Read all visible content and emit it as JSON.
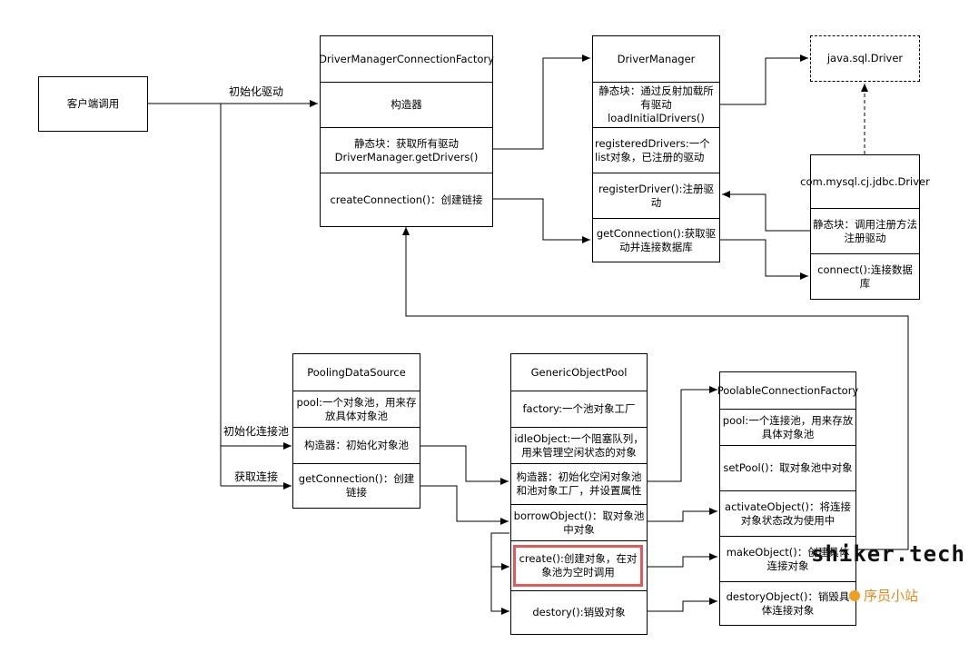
{
  "client": {
    "label": "客户端调用"
  },
  "edge_labels": {
    "init_driver": "初始化驱动",
    "init_pool": "初始化连接池",
    "get_connection": "获取连接"
  },
  "dmcf": {
    "title": "DriverManagerConnectionFactory",
    "constructor": "构造器",
    "static_block": "静态块：获取所有驱动 DriverManager.getDrivers()",
    "create_connection": "createConnection()：创建链接"
  },
  "driver_manager": {
    "title": "DriverManager",
    "static_block": "静态块：通过反射加载所有驱动loadInitialDrivers()",
    "registered_drivers": "registeredDrivers:一个list对象，已注册的驱动",
    "register_driver": "registerDriver():注册驱动",
    "get_connection": "getConnection():获取驱动并连接数据库"
  },
  "java_sql_driver": {
    "title": "java.sql.Driver"
  },
  "mysql_driver": {
    "title": "com.mysql.cj.jdbc.Driver",
    "static_block": "静态块：调用注册方法注册驱动",
    "connect": "connect():连接数据库"
  },
  "pooling_ds": {
    "title": "PoolingDataSource",
    "pool": "pool:一个对象池，用来存放具体对象池",
    "constructor": "构造器：初始化对象池",
    "get_connection": "getConnection()：创建链接"
  },
  "generic_pool": {
    "title": "GenericObjectPool",
    "factory": "factory:一个池对象工厂",
    "idle_object": "idleObject:一个阻塞队列，用来管理空闲状态的对象",
    "constructor": "构造器：初始化空闲对象池和池对象工厂，并设置属性",
    "borrow_object": "borrowObject()：取对象池中对象",
    "create": "create():创建对象，在对象池为空时调用",
    "destory": "destory():销毁对象"
  },
  "poolable_factory": {
    "title": "PoolableConnectionFactory",
    "pool": "pool:一个连接池，用来存放具体对象池",
    "set_pool": "setPool()：取对象池中对象",
    "activate_object": "activateObject()：将连接对象状态改为使用中",
    "make_object": "makeObject()：创建具体连接对象",
    "destory_object": "destoryObject()：销毁具体连接对象"
  },
  "colors": {
    "highlight": "#e05a5a",
    "stroke": "#000000",
    "brand": "#e08a1e"
  },
  "watermark": {
    "site": "shiker.tech",
    "brand": "序员小站"
  }
}
